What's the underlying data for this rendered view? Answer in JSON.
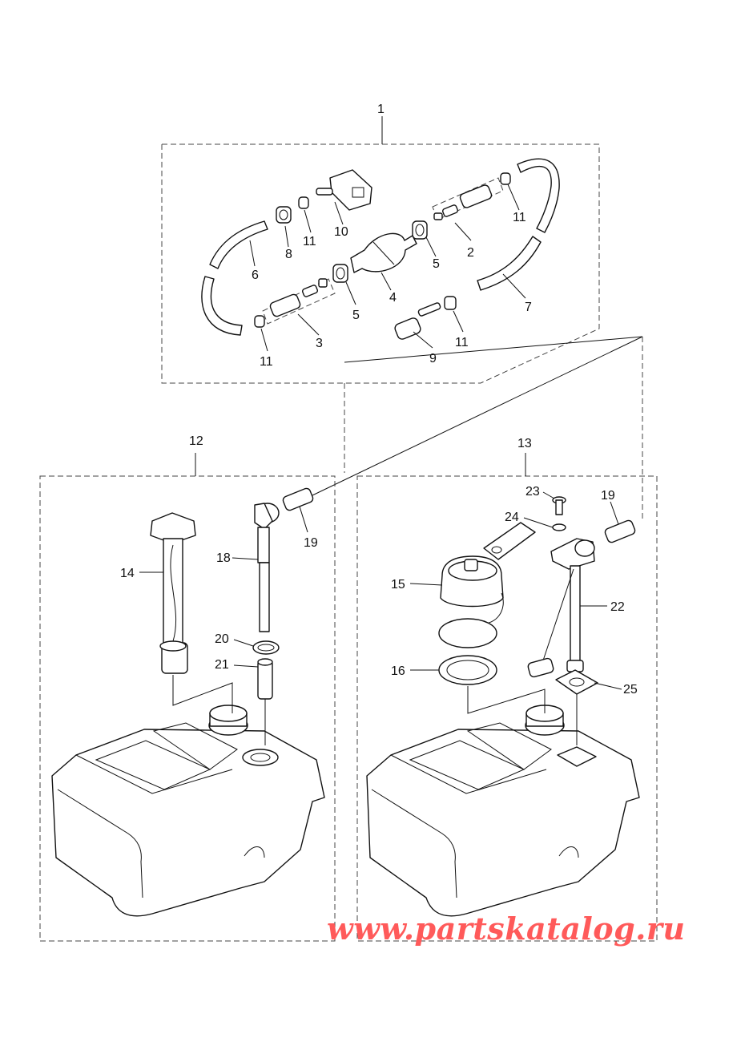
{
  "callouts": {
    "c1": "1",
    "c2": "2",
    "c3": "3",
    "c4": "4",
    "c5a": "5",
    "c5b": "5",
    "c6": "6",
    "c7": "7",
    "c8": "8",
    "c9": "9",
    "c10": "10",
    "c11a": "11",
    "c11b": "11",
    "c11c": "11",
    "c11d": "11",
    "c12": "12",
    "c13": "13",
    "c14": "14",
    "c15": "15",
    "c16": "16",
    "c18": "18",
    "c19a": "19",
    "c19b": "19",
    "c20": "20",
    "c21": "21",
    "c22": "22",
    "c23": "23",
    "c24": "24",
    "c25": "25"
  },
  "watermark": "www.partskatalog.ru"
}
